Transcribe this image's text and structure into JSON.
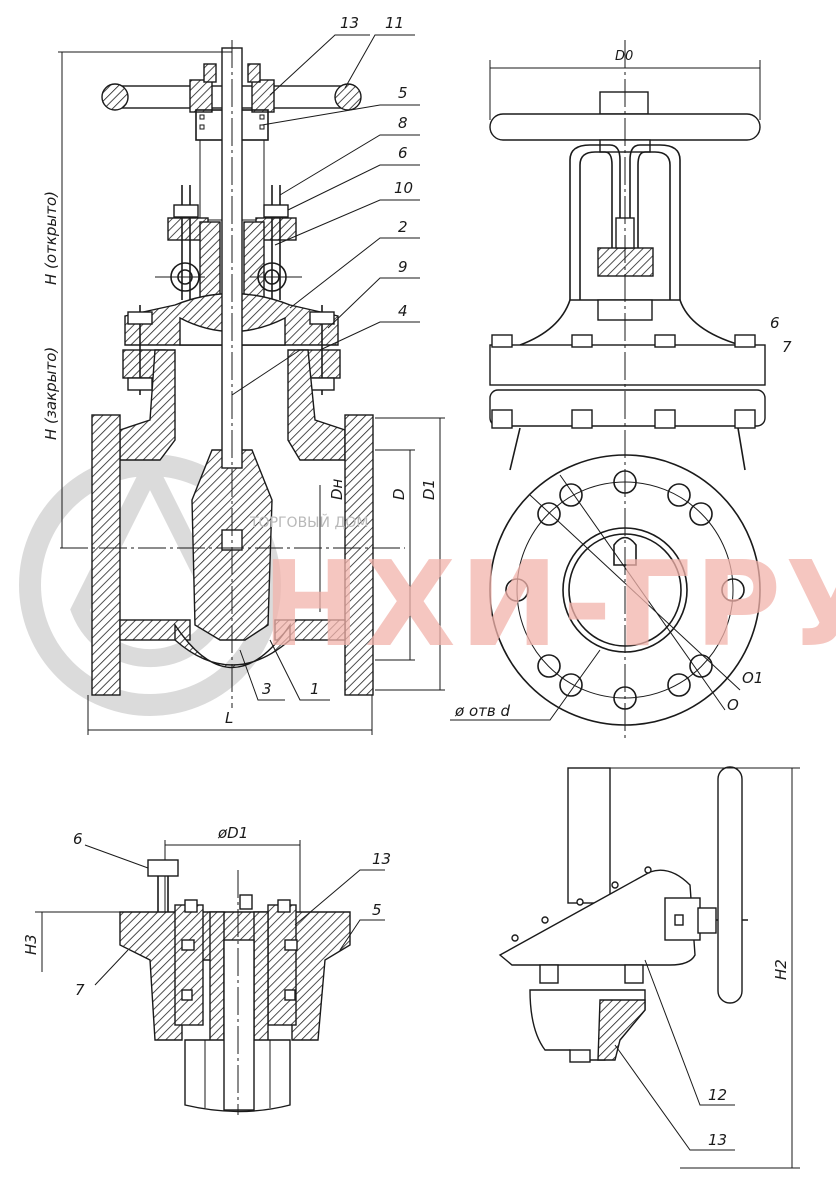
{
  "watermark": {
    "brand": "НХИ-ГРУПП",
    "subtitle": "ТОРГОВЫЙ ДОМ",
    "color": "#f2b3ab"
  },
  "front_view": {
    "callouts": [
      "13",
      "11",
      "5",
      "8",
      "6",
      "10",
      "2",
      "9",
      "4",
      "3",
      "1"
    ],
    "dim_open": "H (открыто)",
    "dim_closed": "H (закрыто)",
    "dim_dn": "Dн",
    "dim_d": "D",
    "dim_d1": "D1",
    "dim_l": "L"
  },
  "side_view": {
    "dim_d0": "D0",
    "callouts": [
      "6",
      "7"
    ],
    "dim_o1": "O1",
    "dim_o": "O",
    "hole_label": "ø отв d"
  },
  "detail_view": {
    "callouts": [
      "6",
      "13",
      "5",
      "7"
    ],
    "dim_dia": "øD1",
    "dim_h3": "H3"
  },
  "gear_view": {
    "callouts": [
      "12",
      "13"
    ],
    "dim_h2": "H2"
  }
}
